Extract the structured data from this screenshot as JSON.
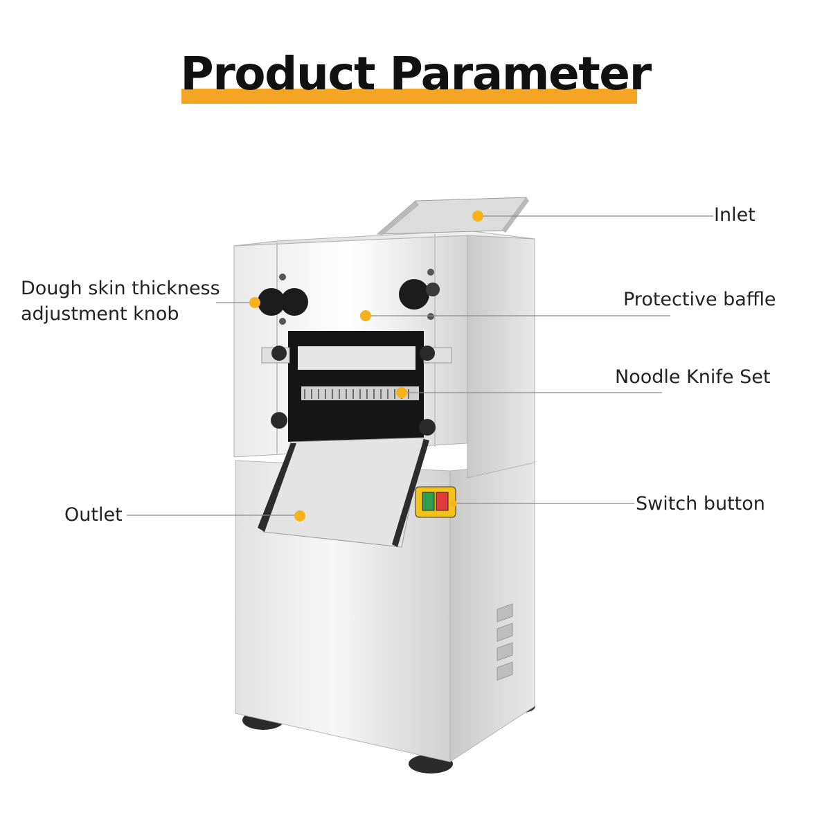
{
  "title": "Product Parameter",
  "colors": {
    "accent": "#f5a524",
    "dot": "#f7b21b"
  },
  "labels": {
    "inlet": "Inlet",
    "knob_line1": "Dough skin thickness",
    "knob_line2": "adjustment knob",
    "baffle": "Protective baffle",
    "knife": "Noodle Knife Set",
    "outlet": "Outlet",
    "switch": "Switch button"
  }
}
